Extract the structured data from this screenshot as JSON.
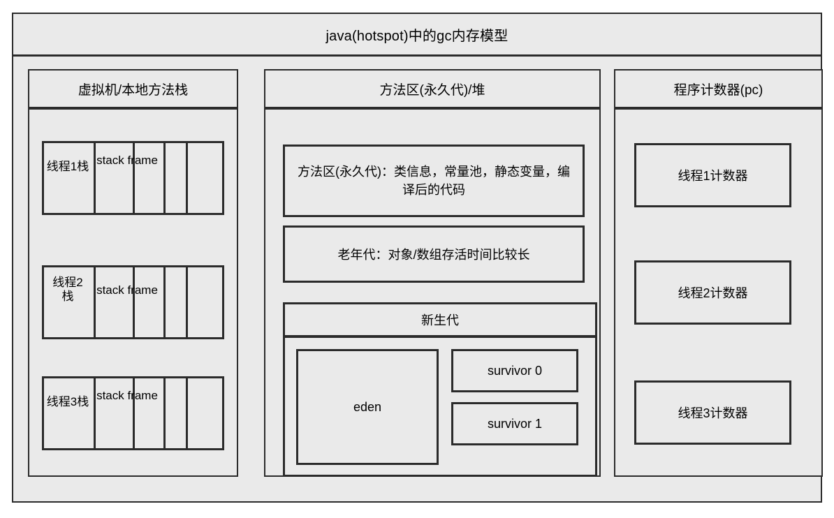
{
  "diagram": {
    "title": "java(hotspot)中的gc内存模型",
    "fill_color": "#eaeaea",
    "stroke_color": "#2b2b2b",
    "background_color": "#ffffff"
  },
  "columns": {
    "stacks": {
      "header": "虚拟机/本地方法栈",
      "threads": [
        {
          "thread_label": "线程1栈",
          "frame_label": "stack frame",
          "cells": [
            "",
            "",
            "",
            "",
            ""
          ]
        },
        {
          "thread_label": "线程2栈",
          "frame_label": "stack frame",
          "cells": [
            "",
            "",
            "",
            "",
            ""
          ]
        },
        {
          "thread_label": "线程3栈",
          "frame_label": "stack frame",
          "cells": [
            "",
            "",
            "",
            "",
            ""
          ]
        }
      ]
    },
    "heap": {
      "header": "方法区(永久代)/堆",
      "method_area": "方法区(永久代)：类信息，常量池，静态变量，编译后的代码",
      "old_generation": "老年代：对象/数组存活时间比较长",
      "young_generation": {
        "header": "新生代",
        "eden": "eden",
        "survivor0": "survivor 0",
        "survivor1": "survivor 1"
      }
    },
    "pc": {
      "header": "程序计数器(pc)",
      "counters": [
        "线程1计数器",
        "线程2计数器",
        "线程3计数器"
      ]
    }
  }
}
